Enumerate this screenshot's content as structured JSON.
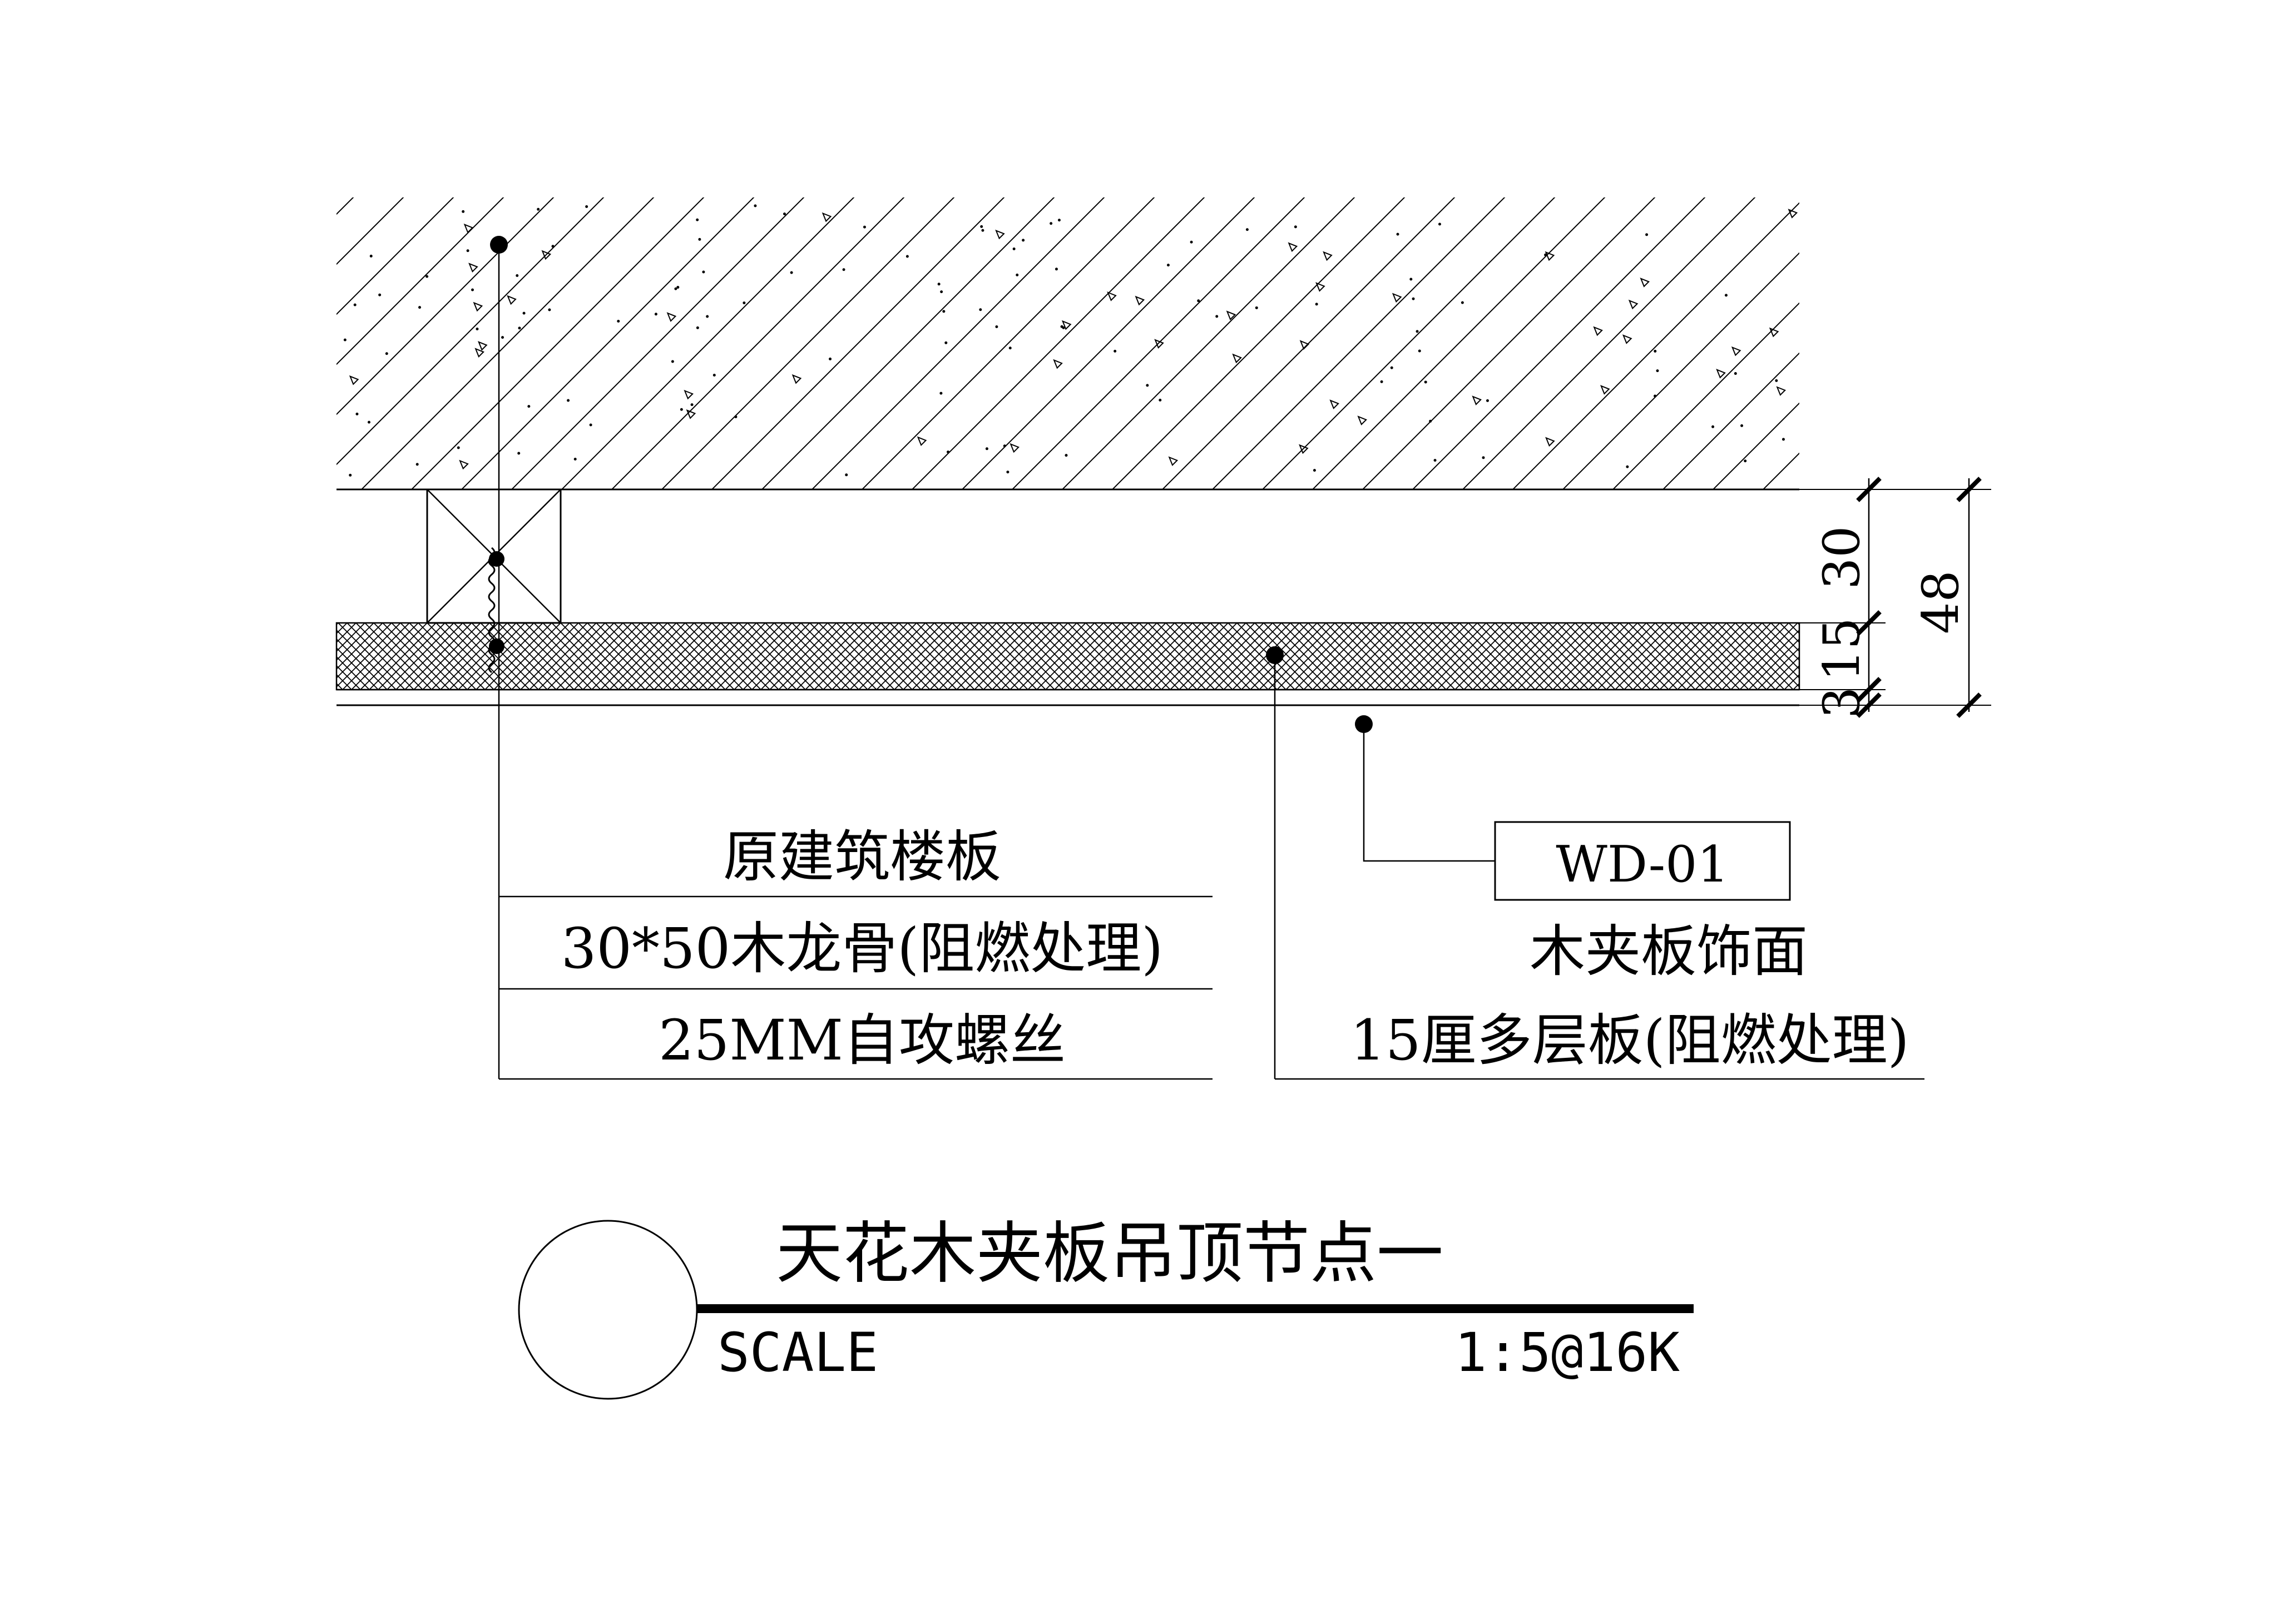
{
  "labels": {
    "left_group": [
      "原建筑楼板",
      "30*50木龙骨(阻燃处理)",
      "25MM自攻螺丝"
    ],
    "right_group": [
      "木夹板饰面",
      "15厘多层板(阻燃处理)"
    ],
    "tag": "WD-01"
  },
  "dimensions": {
    "inner": [
      "30",
      "15",
      "3"
    ],
    "outer": "48"
  },
  "title": {
    "name": "天花木夹板吊顶节点一",
    "scale_label": "SCALE",
    "scale_value": "1:5@16K"
  }
}
